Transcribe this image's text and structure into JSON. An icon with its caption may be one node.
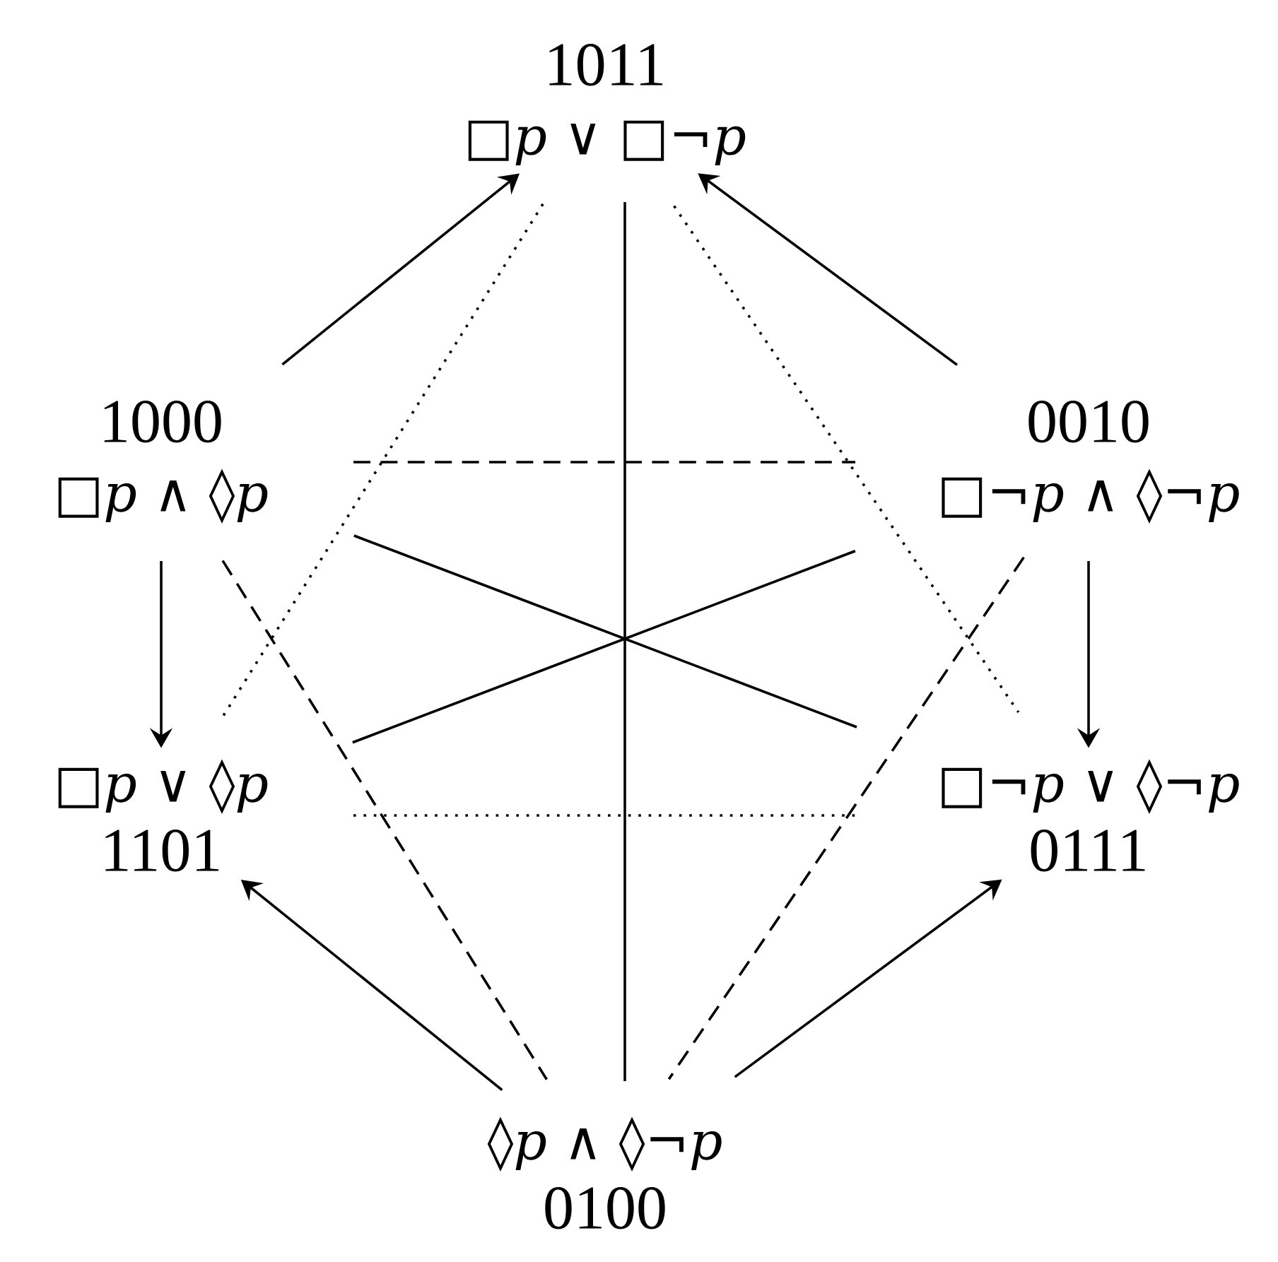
{
  "diagram": {
    "nodes": [
      {
        "text": [
          "1011",
          "□*p* ∨ □¬*p*"
        ]
      },
      {
        "text": [
          "1000",
          "□*p* ∧ ◊*p*"
        ]
      },
      {
        "text": [
          "0010",
          "□¬*p* ∧ ◊¬*p*"
        ]
      },
      {
        "text": [
          "□*p* ∨ ◊*p*",
          "1101"
        ]
      },
      {
        "text": [
          "□¬*p* ∨ ◊¬*p*",
          "0111"
        ]
      },
      {
        "text": [
          "◊*p* ∧ ◊¬*p*",
          "0100"
        ]
      }
    ],
    "edges": [
      {
        "from": 1,
        "to": 0,
        "arrow": "to"
      },
      {
        "from": 2,
        "to": 0,
        "arrow": "to"
      },
      {
        "from": 1,
        "to": 3,
        "arrow": "to"
      },
      {
        "from": 2,
        "to": 4,
        "arrow": "to"
      },
      {
        "from": 5,
        "to": 3,
        "arrow": "to"
      },
      {
        "from": 5,
        "to": 4,
        "arrow": "to"
      },
      {
        "from": 0,
        "to": 5,
        "arrow": "none"
      },
      {
        "from": 1,
        "to": 4,
        "arrow": "none"
      },
      {
        "from": 2,
        "to": 3,
        "arrow": "none"
      },
      {
        "from": 1,
        "to": 2,
        "arrow": "none",
        "style": "dashed"
      },
      {
        "from": 1,
        "to": 5,
        "arrow": "none",
        "style": "dashed"
      },
      {
        "from": 2,
        "to": 5,
        "arrow": "none",
        "style": "dashed"
      },
      {
        "from": 3,
        "to": 4,
        "arrow": "none",
        "style": "dashed"
      },
      {
        "from": 0,
        "to": 3,
        "arrow": "none",
        "style": "dashed"
      },
      {
        "from": 0,
        "to": 4,
        "arrow": "none",
        "style": "dashed"
      }
    ]
  }
}
